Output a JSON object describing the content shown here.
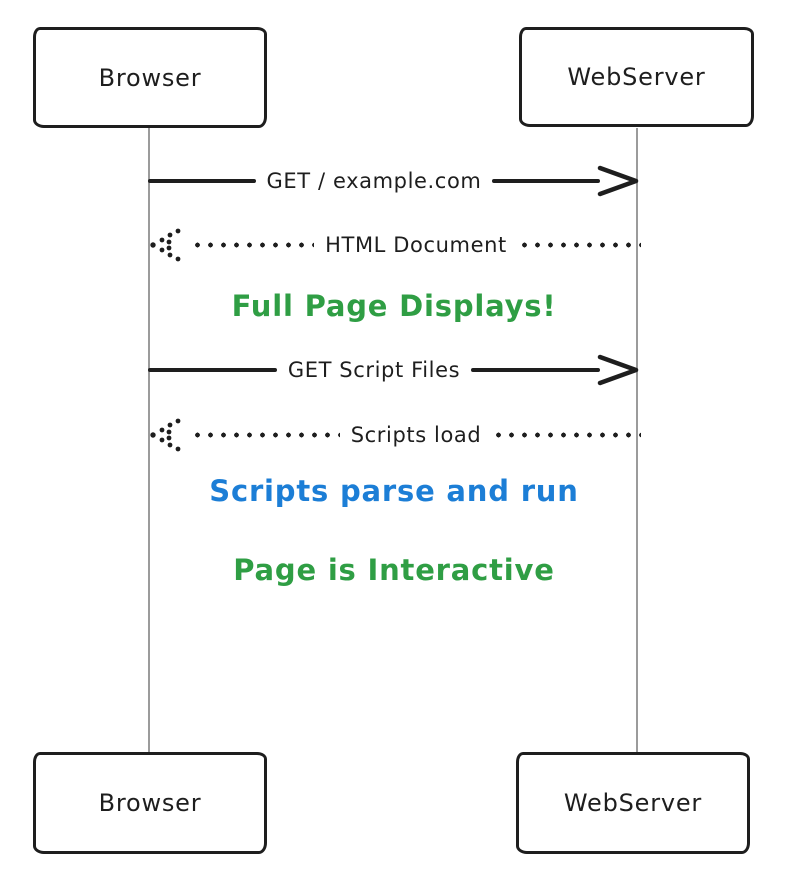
{
  "diagram": {
    "title_hint": "Browser / WebServer page-load sequence",
    "colors": {
      "stroke": "#1e1e1e",
      "lifeline": "#9b9b9b",
      "green": "#2f9e44",
      "blue": "#1c7ed6",
      "background": "#ffffff"
    },
    "actors_top": [
      {
        "label": "Browser"
      },
      {
        "label": "WebServer"
      }
    ],
    "actors_bottom": [
      {
        "label": "Browser"
      },
      {
        "label": "WebServer"
      }
    ],
    "messages": [
      {
        "label": "GET / example.com",
        "style": "solid",
        "direction": "right",
        "from": "Browser",
        "to": "WebServer"
      },
      {
        "label": "HTML Document",
        "style": "dotted",
        "direction": "left",
        "from": "WebServer",
        "to": "Browser"
      },
      {
        "label": "GET Script Files",
        "style": "solid",
        "direction": "right",
        "from": "Browser",
        "to": "WebServer"
      },
      {
        "label": "Scripts load",
        "style": "dotted",
        "direction": "left",
        "from": "WebServer",
        "to": "Browser"
      }
    ],
    "notes": [
      {
        "label": "Full Page Displays!",
        "color": "#2f9e44"
      },
      {
        "label": "Scripts parse and run",
        "color": "#1c7ed6"
      },
      {
        "label": "Page is Interactive",
        "color": "#2f9e44"
      }
    ]
  }
}
